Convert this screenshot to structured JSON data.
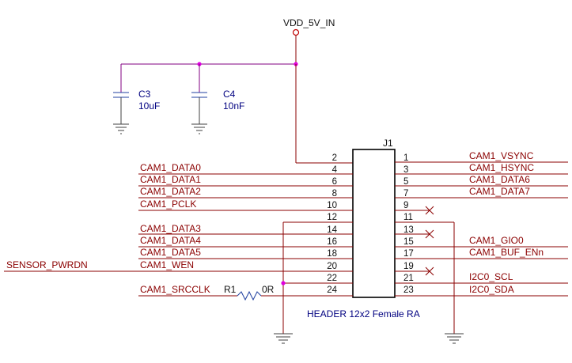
{
  "power": {
    "label": "VDD_5V_IN"
  },
  "capacitors": [
    {
      "ref": "C3",
      "value": "10uF"
    },
    {
      "ref": "C4",
      "value": "10nF"
    }
  ],
  "header": {
    "ref": "J1",
    "description": "HEADER 12x2 Female RA"
  },
  "pins_left": [
    {
      "num": "2",
      "net": ""
    },
    {
      "num": "4",
      "net": "CAM1_DATA0"
    },
    {
      "num": "6",
      "net": "CAM1_DATA1"
    },
    {
      "num": "8",
      "net": "CAM1_DATA2"
    },
    {
      "num": "10",
      "net": "CAM1_PCLK"
    },
    {
      "num": "12",
      "net": ""
    },
    {
      "num": "14",
      "net": "CAM1_DATA3"
    },
    {
      "num": "16",
      "net": "CAM1_DATA4"
    },
    {
      "num": "18",
      "net": "CAM1_DATA5"
    },
    {
      "num": "20",
      "net": "CAM1_WEN"
    },
    {
      "num": "22",
      "net": ""
    },
    {
      "num": "24",
      "net": "CAM1_SRCCLK"
    }
  ],
  "pins_right": [
    {
      "num": "1",
      "net": "CAM1_VSYNC"
    },
    {
      "num": "3",
      "net": "CAM1_HSYNC"
    },
    {
      "num": "5",
      "net": "CAM1_DATA6"
    },
    {
      "num": "7",
      "net": "CAM1_DATA7"
    },
    {
      "num": "9",
      "net": ""
    },
    {
      "num": "11",
      "net": ""
    },
    {
      "num": "13",
      "net": ""
    },
    {
      "num": "15",
      "net": "CAM1_GIO0"
    },
    {
      "num": "17",
      "net": "CAM1_BUF_ENn"
    },
    {
      "num": "19",
      "net": ""
    },
    {
      "num": "21",
      "net": "I2C0_SCL"
    },
    {
      "num": "23",
      "net": "I2C0_SDA"
    }
  ],
  "sensor_net": "SENSOR_PWRDN",
  "resistor": {
    "ref": "R1",
    "value": "0R"
  }
}
